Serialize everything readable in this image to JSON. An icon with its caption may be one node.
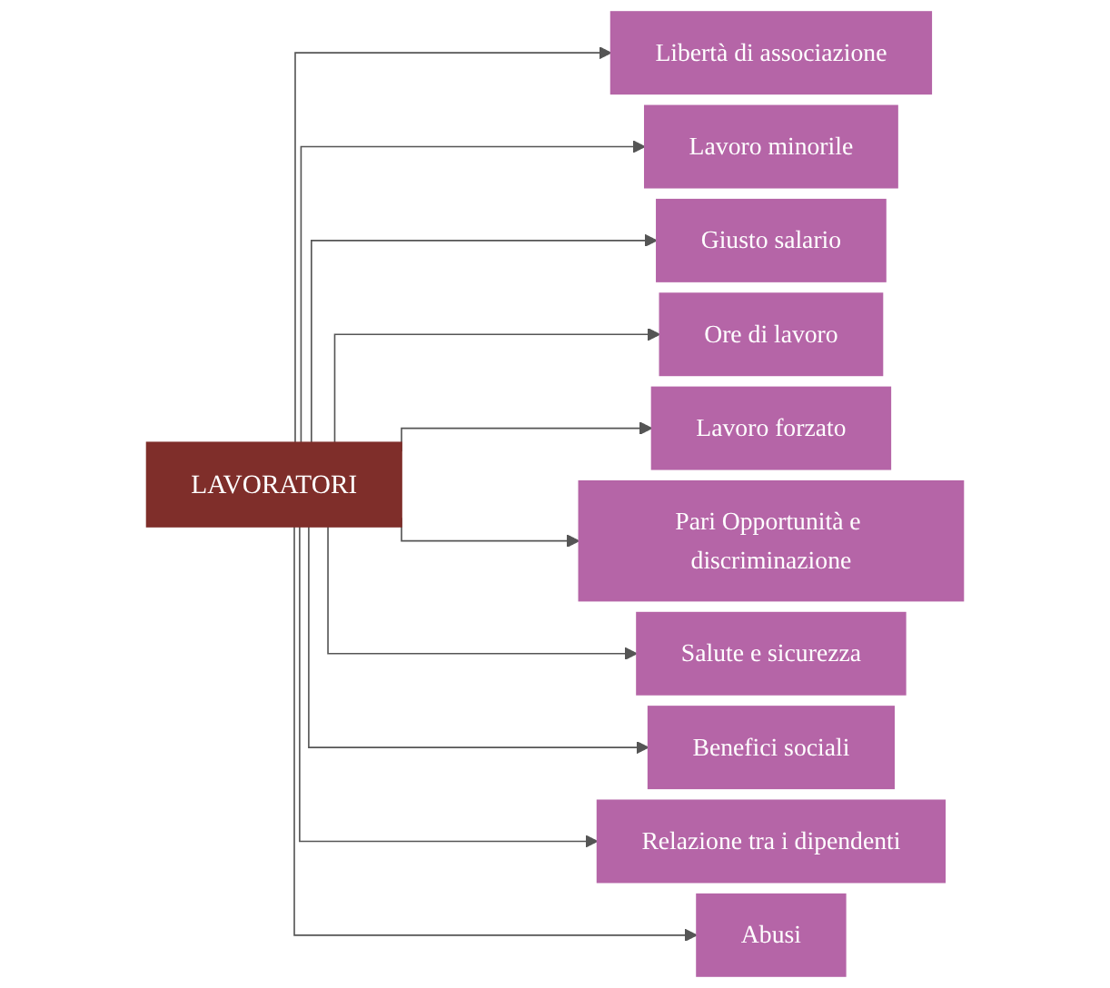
{
  "diagram": {
    "nodes": [
      {
        "text": [
          "LAVORATORI"
        ]
      },
      {
        "text": [
          "Libertà di associazione"
        ]
      },
      {
        "text": [
          "Lavoro minorile"
        ]
      },
      {
        "text": [
          "Giusto salario"
        ]
      },
      {
        "text": [
          "Ore di lavoro"
        ]
      },
      {
        "text": [
          "Lavoro forzato"
        ]
      },
      {
        "text": [
          "Pari Opportunità e discriminazione"
        ]
      },
      {
        "text": [
          "Salute e sicurezza"
        ]
      },
      {
        "text": [
          "Benefici sociali"
        ]
      },
      {
        "text": [
          "Relazione tra i dipendenti"
        ]
      },
      {
        "text": [
          "Abusi"
        ]
      }
    ],
    "edges": [
      {
        "from": 0,
        "to": 1,
        "arrow": "to"
      },
      {
        "from": 0,
        "to": 2,
        "arrow": "to"
      },
      {
        "from": 0,
        "to": 3,
        "arrow": "to"
      },
      {
        "from": 0,
        "to": 4,
        "arrow": "to"
      },
      {
        "from": 0,
        "to": 5,
        "arrow": "to"
      },
      {
        "from": 0,
        "to": 6,
        "arrow": "to"
      },
      {
        "from": 0,
        "to": 7,
        "arrow": "to"
      },
      {
        "from": 0,
        "to": 8,
        "arrow": "to"
      },
      {
        "from": 0,
        "to": 9,
        "arrow": "to"
      },
      {
        "from": 0,
        "to": 10,
        "arrow": "to"
      }
    ]
  }
}
